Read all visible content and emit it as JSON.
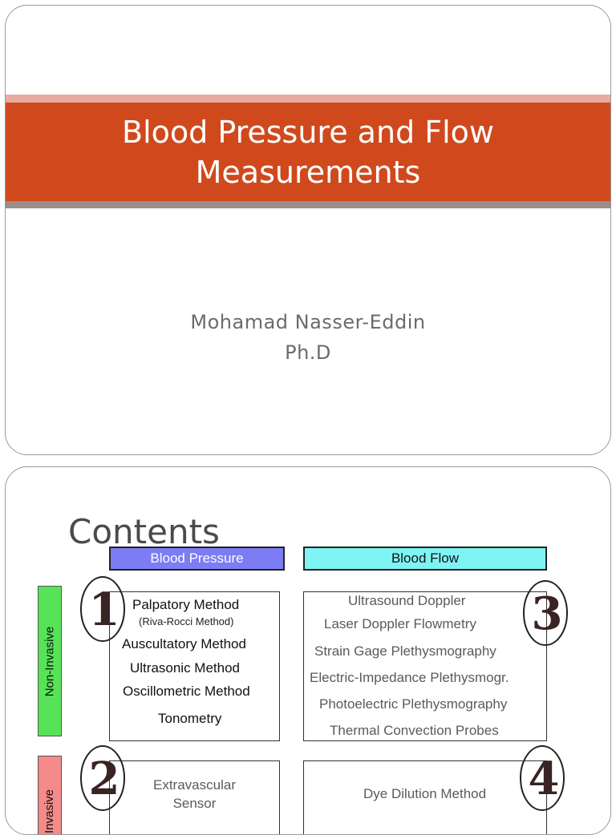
{
  "slide1": {
    "title": "Blood Pressure and Flow\nMeasurements",
    "author": "Mohamad Nasser-Eddin\nPh.D"
  },
  "slide2": {
    "title": "Contents",
    "headers": {
      "blood_pressure": "Blood Pressure",
      "blood_flow": "Blood Flow"
    },
    "side_labels": {
      "non_invasive": "Non-Invasive",
      "invasive": "Invasive"
    },
    "bp_methods": [
      "Palpatory Method",
      "(Riva-Rocci Method)",
      "Auscultatory Method",
      "Ultrasonic Method",
      "Oscillometric Method",
      "Tonometry"
    ],
    "bf_methods": [
      "Ultrasound Doppler",
      "Laser Doppler Flowmetry",
      "Strain Gage Plethysmography",
      "Electric-Impedance Plethysmogr.",
      "Photoelectric Plethysmography",
      "Thermal Convection Probes"
    ],
    "invasive_bp": "Extravascular\nSensor",
    "invasive_bf": "Dye Dilution Method",
    "numbers": [
      "1",
      "2",
      "3",
      "4"
    ]
  },
  "colors": {
    "title_band": "#d0491c",
    "blood_pressure_header": "#7c7cf4",
    "blood_flow_header": "#7ff4f4",
    "non_invasive": "#57e357",
    "invasive": "#f58a8a"
  }
}
